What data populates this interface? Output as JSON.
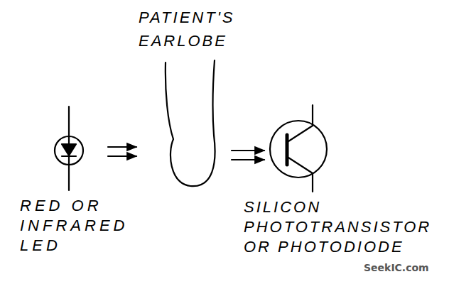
{
  "diagram": {
    "labels": [
      "PATIENT'S EARLOBE",
      "RED OR INFRARED LED",
      "SILICON PHOTOTRANSISTOR OR PHOTODIODE",
      "SeekIC.com"
    ]
  }
}
